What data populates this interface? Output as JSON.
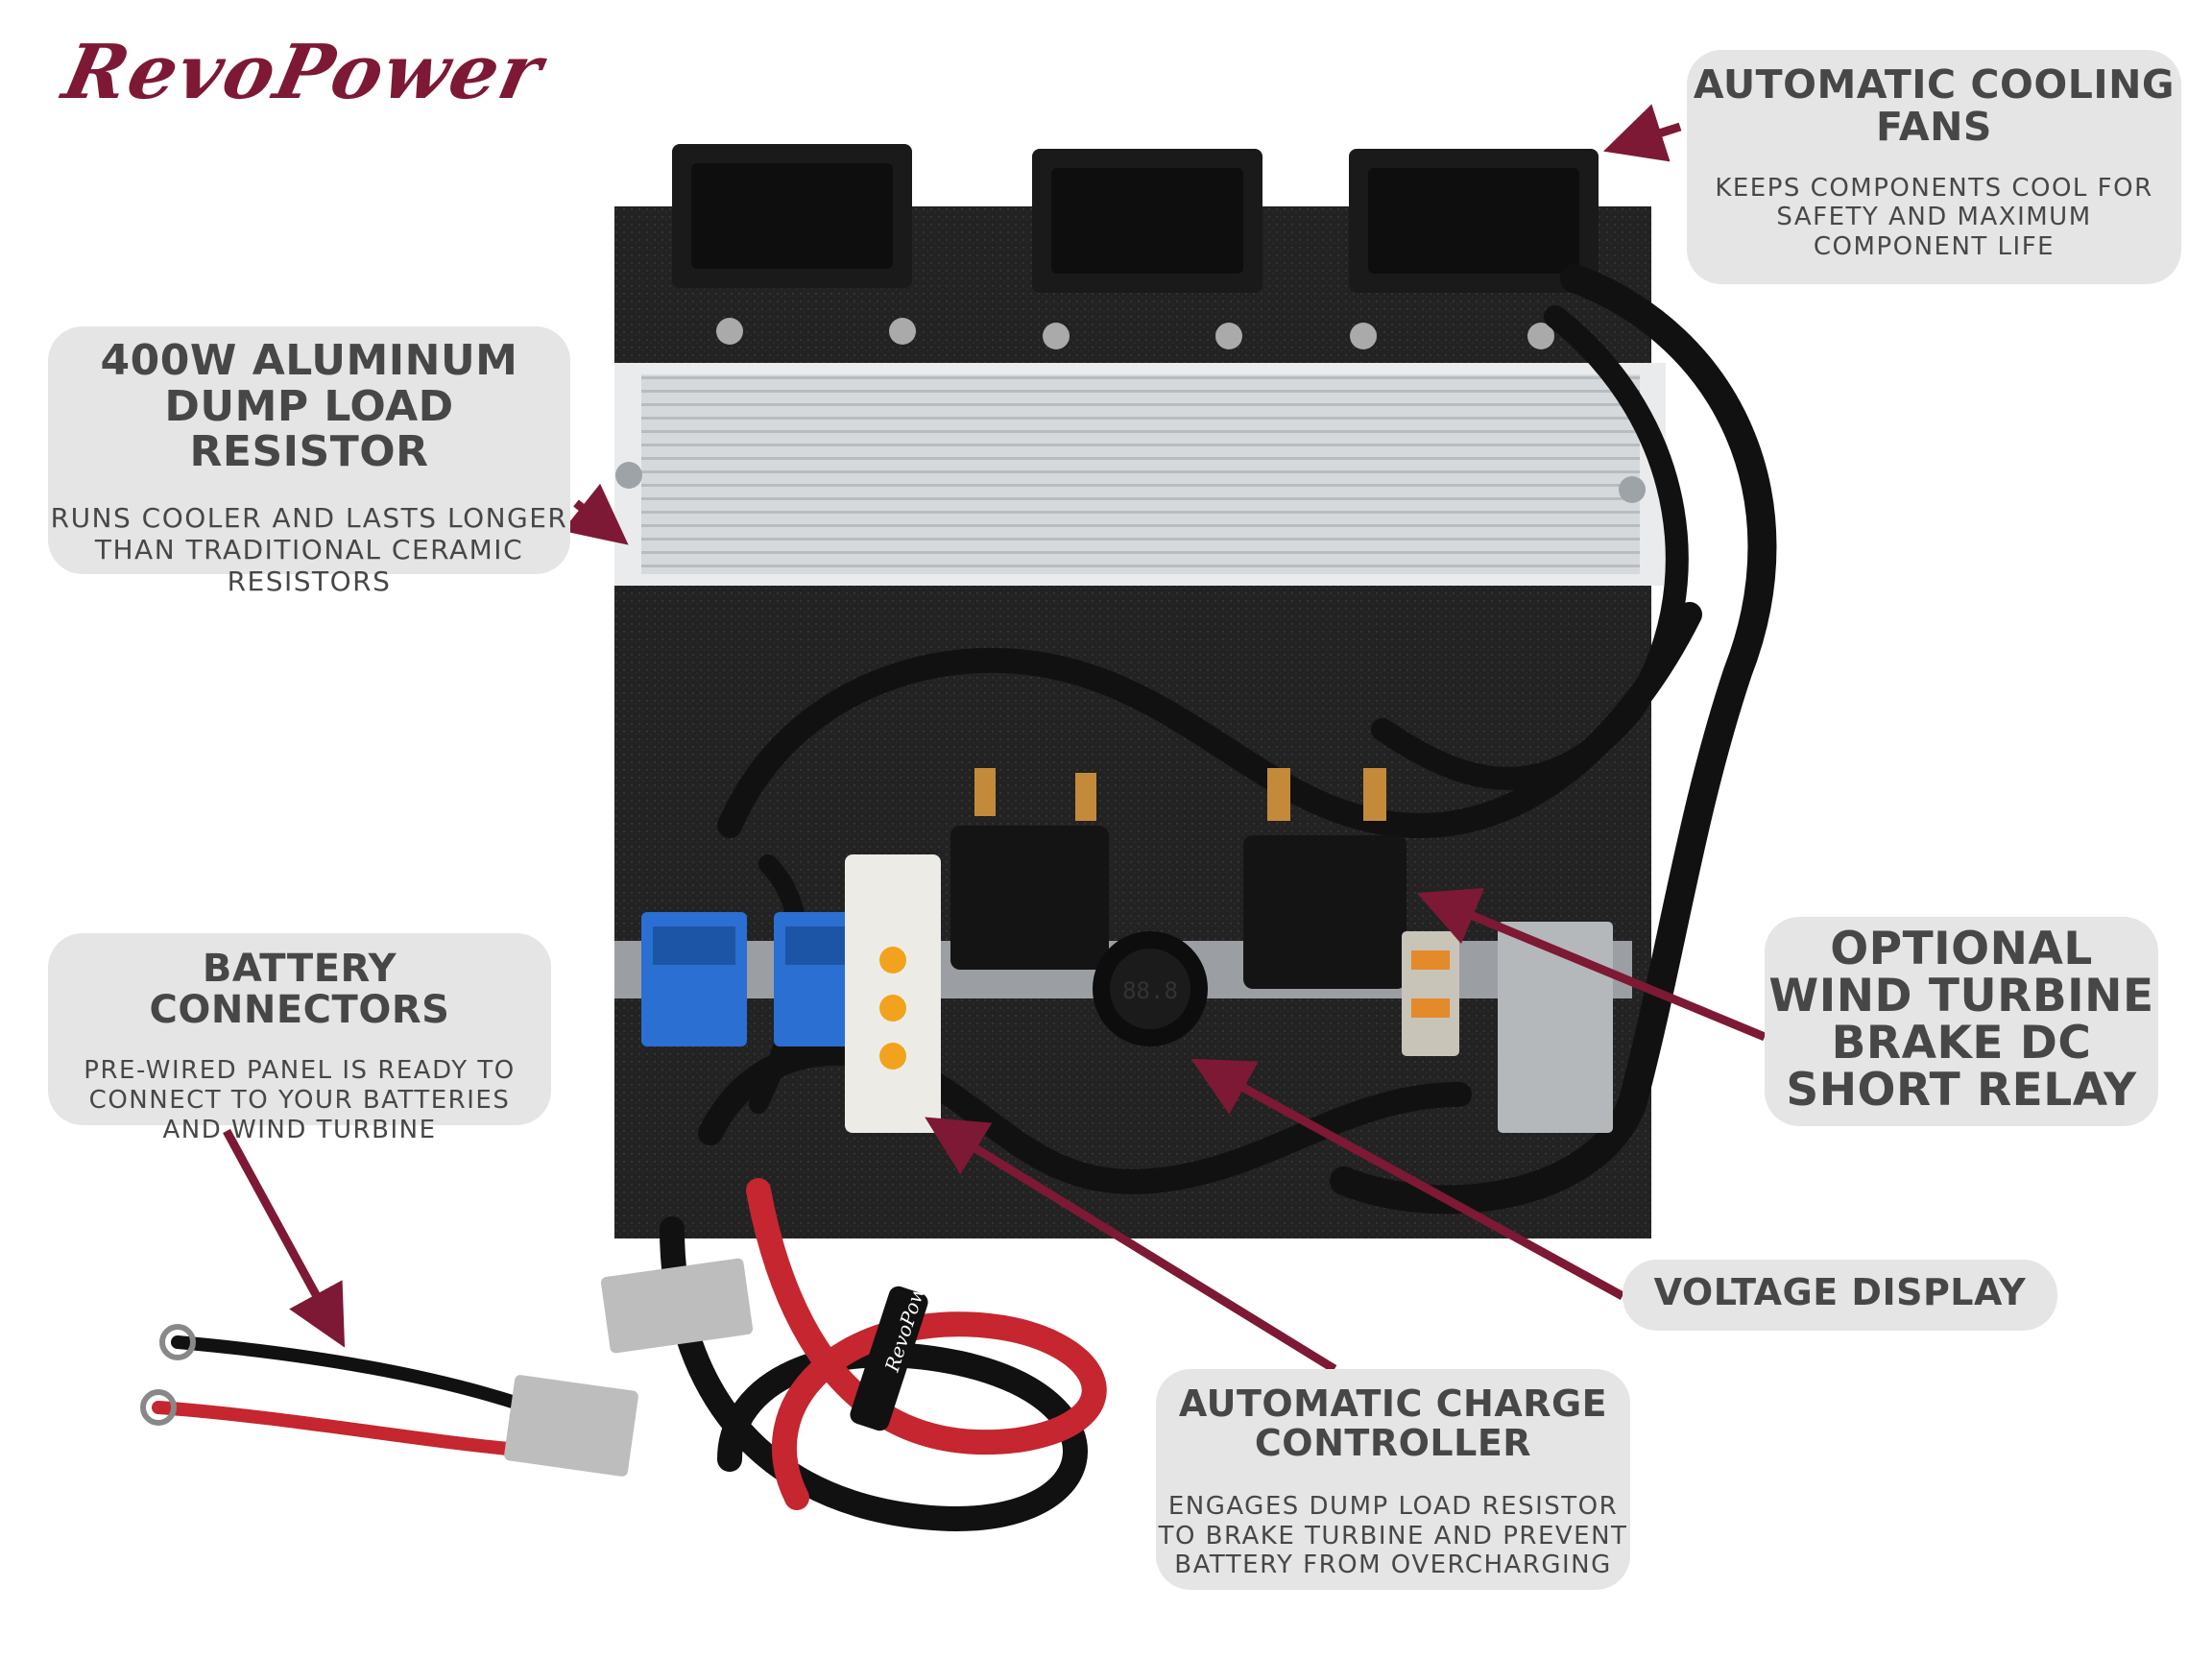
{
  "logo": {
    "text": "RevoPower"
  },
  "colors": {
    "brand": "#7d1935",
    "callout_bg": "#e5e5e5",
    "callout_text": "#474747",
    "panel": "#1f1f1f",
    "resistor": "#cfd3d6",
    "wire_red": "#c5262f",
    "terminal_blue": "#2a6fd1",
    "dial_orange": "#f2a21d"
  },
  "callouts": {
    "fans": {
      "title": "AUTOMATIC COOLING\nFANS",
      "desc": "KEEPS COMPONENTS COOL FOR\nSAFETY AND MAXIMUM\nCOMPONENT LIFE"
    },
    "resistor": {
      "title": "400W ALUMINUM\nDUMP LOAD RESISTOR",
      "desc": "RUNS COOLER AND LASTS LONGER\nTHAN TRADITIONAL CERAMIC\nRESISTORS"
    },
    "battery": {
      "title": "BATTERY CONNECTORS",
      "desc": "PRE-WIRED PANEL IS READY TO\nCONNECT TO YOUR BATTERIES\nAND WIND TURBINE"
    },
    "relay": {
      "title": "OPTIONAL\nWIND TURBINE\nBRAKE DC\nSHORT RELAY"
    },
    "voltage": {
      "title": "VOLTAGE DISPLAY"
    },
    "charge": {
      "title": "AUTOMATIC CHARGE\nCONTROLLER",
      "desc": "ENGAGES DUMP LOAD RESISTOR\nTO BRAKE TURBINE AND PREVENT\nBATTERY FROM OVERCHARGING"
    }
  },
  "product": {
    "voltmeter_display": "88.8",
    "strap_brand": "RevoPower"
  }
}
